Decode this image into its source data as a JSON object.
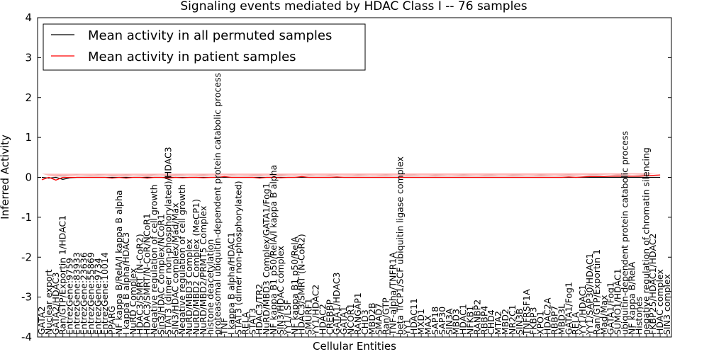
{
  "chart_data": {
    "type": "line",
    "title": "Signaling events mediated by HDAC Class I -- 76 samples",
    "xlabel": "Cellular Entities",
    "ylabel": "Inferred Activity",
    "ylim": [
      -4,
      4
    ],
    "yticks": [
      "-4",
      "-3",
      "-2",
      "-1",
      "0",
      "1",
      "2",
      "3",
      "4"
    ],
    "grid": false,
    "legend_position": "top-left",
    "categories": [
      "GATA2",
      "Nuclear export",
      "GATA2/HDAC3",
      "Ran/GTP/Exportin 1/HDAC1",
      "EntrezGene:9759",
      "EntrezGene:83933",
      "EntrezGene:23636",
      "EntrezGene:55869",
      "EntrezGene:9734",
      "EntrezGene:10014",
      "PPARG",
      "NF kappa B/RelA/I kappa B alpha",
      "I kappa B alpha/HDAC3",
      "NuRD Complex",
      "HDAC3/SMRT (N-CoR2)",
      "HDAC3/SMRT/N-CoR/NCoR1",
      "Negative regulation of cell growth",
      "Sin3/HDAC complex/NCoR1",
      "STAT3 (dimer non-phosphorylated)/HDAC3",
      "SIN3/HDAC complex/Mad/Max",
      "Negative regulation of cell growth",
      "NuRD/MBD3 Complex",
      "NuRD/MBD2 Complex (MeCP1)",
      "NuRD/MBD2/PRMT5 Complex",
      "histone deacetylation",
      "proteasomal ubiquitin-dependent protein catabolic process",
      "TNF",
      "I kappa B alpha/HDAC1",
      "STAT3 (dimer non-phosphorylated)",
      "RELA",
      "STAT3",
      "HDAC3/TR2",
      "NuRD/MBD3 Complex/GATA1/Fog1",
      "NF kappa B1 p50/RelA/I kappa B alpha",
      "SIN3/HDAC complex",
      "YY1/LSF",
      "NF kappa B1 p50/RelA",
      "HDAC3/SMRT (N-CoR2)",
      "SMURF1",
      "YY1/HDAC2",
      "HDAC2",
      "CREBBP",
      "GATA1/HDAC3",
      "GATA1",
      "NCOR1",
      "RANGAP1",
      "CHD3",
      "MBD2B",
      "SMAD7",
      "Ran/GTP",
      "TNF-alpha/TNFR1A",
      "beta TrCP1/SCF ubiquitin ligase complex",
      "YY1",
      "HDAC11",
      "MXD1",
      "MAX",
      "SAP18",
      "SAP30",
      "SIN3A",
      "MBD3",
      "HDAC1",
      "NFKB1",
      "RANBP2",
      "RBBP4",
      "CHD4",
      "MTA2",
      "MBD2",
      "NR2C1",
      "SIN3B",
      "TNFRSF1A",
      "FKBP3",
      "XPO1",
      "HDAC2A",
      "RBBP7",
      "MBD3L",
      "GATA1/Fog1",
      "RELA",
      "YY1/HDAC1",
      "YY1/SAP30/HDAC1",
      "Ran/GTP/Exportin 1",
      "Mad/Max",
      "GATA1/Fog1",
      "SUMO1/HDAC1",
      "ubiquitin-dependent protein catabolic process",
      "NF kappa B/RelA",
      "Histones",
      "negative regulation of chromatin silencing",
      "FKBP25/HDAC1/HDAC2",
      "HDAC complex",
      "SIN3 complex"
    ],
    "series": [
      {
        "name": "Mean activity in all permuted samples",
        "color": "#000000",
        "values": [
          0.0,
          -0.02,
          0.0,
          -0.05,
          -0.01,
          0.0,
          0.0,
          0.0,
          0.0,
          0.0,
          0.0,
          0.0,
          0.0,
          0.0,
          0.0,
          0.0,
          0.0,
          0.0,
          0.0,
          0.0,
          0.0,
          0.0,
          0.0,
          0.0,
          0.0,
          0.0,
          0.0,
          0.0,
          0.0,
          0.0,
          0.0,
          0.0,
          0.0,
          0.0,
          0.0,
          0.0,
          0.0,
          0.0,
          0.0,
          0.0,
          0.0,
          0.0,
          0.0,
          0.0,
          0.0,
          0.0,
          0.0,
          0.0,
          0.0,
          0.0,
          0.0,
          0.0,
          0.0,
          0.0,
          0.0,
          0.0,
          0.0,
          0.0,
          0.0,
          0.0,
          0.0,
          0.0,
          0.0,
          0.0,
          0.0,
          0.0,
          0.0,
          0.0,
          0.0,
          0.0,
          0.0,
          0.0,
          0.0,
          0.0,
          0.0,
          0.0,
          0.0,
          0.0,
          0.0,
          0.0,
          0.0,
          0.0,
          0.0,
          0.0,
          0.0,
          0.0,
          0.0,
          0.0,
          0.0
        ]
      },
      {
        "name": "Mean activity in patient samples",
        "color": "#ff0000",
        "values": [
          -0.06,
          0.0,
          -0.07,
          0.0,
          0.0,
          0.0,
          0.0,
          0.0,
          0.0,
          0.0,
          -0.02,
          0.0,
          -0.02,
          0.0,
          0.0,
          -0.02,
          0.0,
          0.0,
          -0.02,
          0.0,
          -0.01,
          0.0,
          0.0,
          -0.01,
          0.0,
          0.0,
          0.02,
          0.0,
          0.0,
          0.0,
          0.0,
          -0.02,
          0.0,
          0.0,
          -0.01,
          0.0,
          0.0,
          0.02,
          0.0,
          0.0,
          0.0,
          0.0,
          0.01,
          0.0,
          0.0,
          0.0,
          0.0,
          0.0,
          0.0,
          0.0,
          0.0,
          0.0,
          0.0,
          0.0,
          0.0,
          0.0,
          0.0,
          0.0,
          0.0,
          0.0,
          0.0,
          0.0,
          0.0,
          0.0,
          0.0,
          0.0,
          0.0,
          0.0,
          0.0,
          0.0,
          0.0,
          0.0,
          0.0,
          0.0,
          0.0,
          0.01,
          0.0,
          0.01,
          0.02,
          0.02,
          0.02,
          0.03,
          0.03,
          0.03,
          0.03,
          0.03,
          0.04,
          0.05,
          0.06
        ]
      }
    ]
  }
}
